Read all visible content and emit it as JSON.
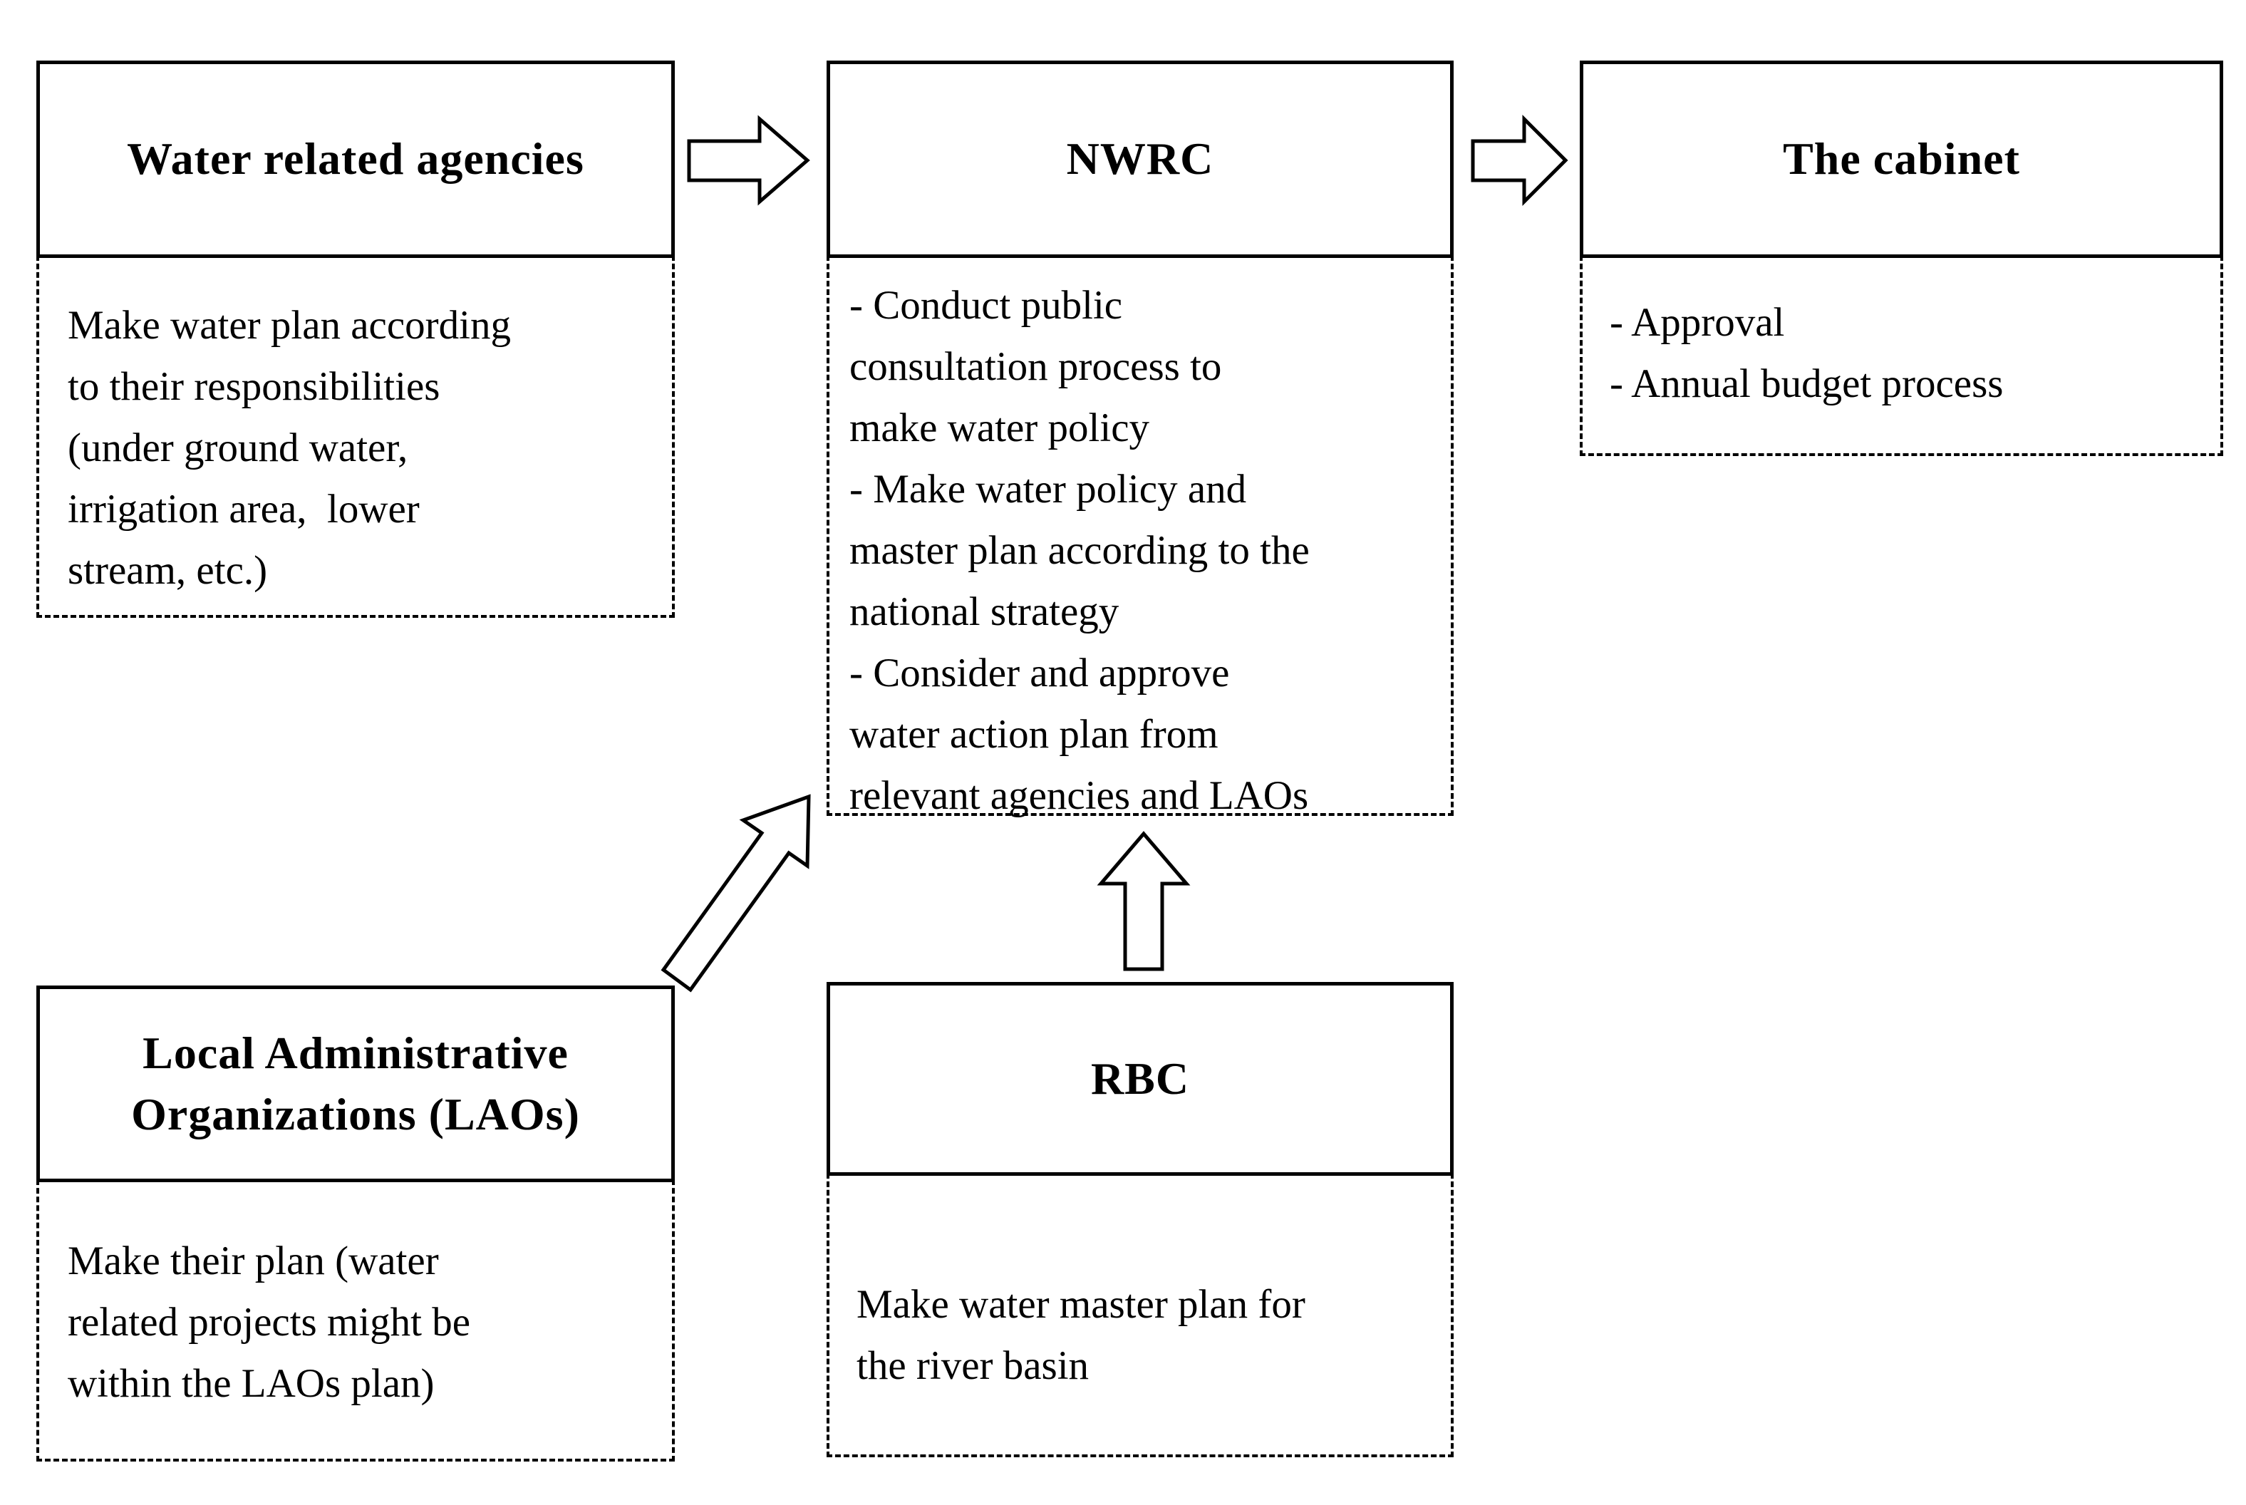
{
  "diagram": {
    "background_color": "#ffffff",
    "ink_color": "#000000",
    "nodes": {
      "water_agencies": {
        "title": "Water related agencies",
        "description": "Make water plan according\nto their responsibilities\n(under ground water,\nirrigation area,  lower\nstream, etc.)"
      },
      "nwrc": {
        "title": "NWRC",
        "description": "- Conduct public\nconsultation process to\nmake water policy\n- Make water policy and\nmaster plan according to the\nnational strategy\n- Consider and approve\nwater action plan from\nrelevant agencies and LAOs"
      },
      "cabinet": {
        "title": "The cabinet",
        "description": "- Approval\n- Annual budget process"
      },
      "laos": {
        "title": "Local Administrative\nOrganizations (LAOs)",
        "description": "Make their plan (water\nrelated projects might be\nwithin the LAOs plan)"
      },
      "rbc": {
        "title": "RBC",
        "description": "Make water master plan for\nthe river basin"
      }
    },
    "arrows": [
      {
        "name": "water-agencies-to-nwrc",
        "direction": "right"
      },
      {
        "name": "nwrc-to-cabinet",
        "direction": "right"
      },
      {
        "name": "rbc-to-nwrc",
        "direction": "up"
      },
      {
        "name": "laos-to-nwrc",
        "direction": "up-right"
      }
    ]
  }
}
